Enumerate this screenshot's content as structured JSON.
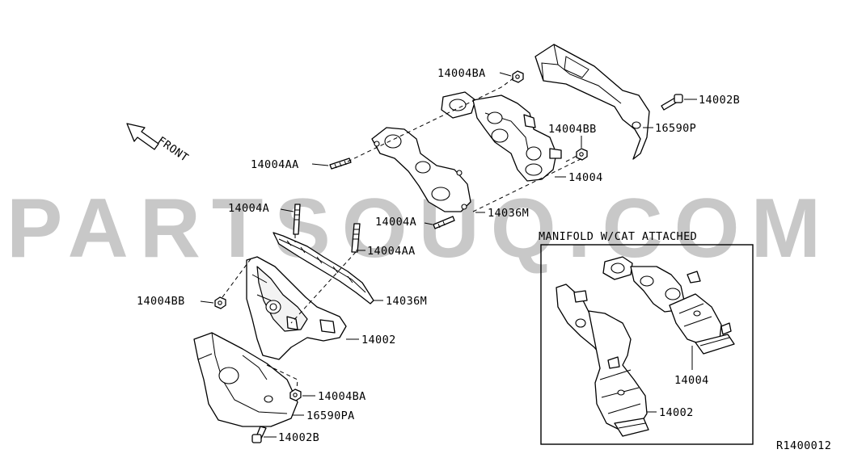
{
  "diagram": {
    "watermark": "PARTSOUQ.COM",
    "front_label": "FRONT",
    "inset_title": "MANIFOLD W/CAT ATTACHED",
    "reference_code": "R1400012",
    "callouts": {
      "c1": "14004BA",
      "c2": "14002B",
      "c3": "14004BB",
      "c4": "16590P",
      "c5": "14004AA",
      "c6": "14004",
      "c7": "14004A",
      "c8": "14036M",
      "c9": "14004A",
      "c10": "14004AA",
      "c11": "14004BB",
      "c12": "14036M",
      "c13": "14002",
      "c14": "14004BA",
      "c15": "16590PA",
      "c16": "14002B",
      "c17": "14004",
      "c18": "14002"
    }
  }
}
